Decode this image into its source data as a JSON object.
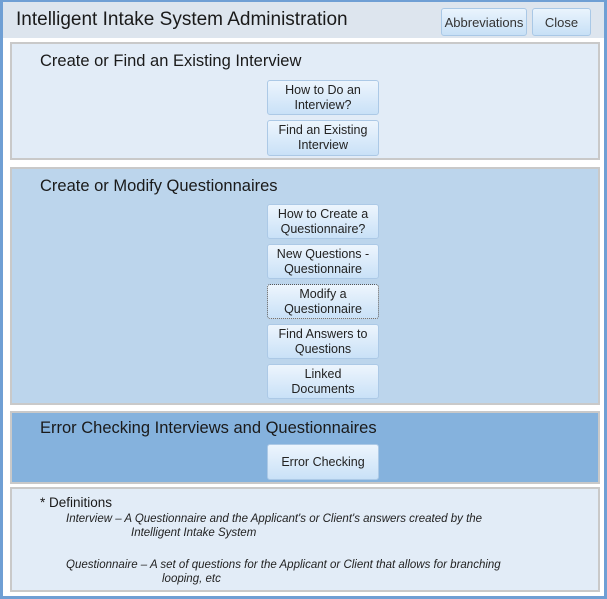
{
  "window": {
    "title": "Intelligent Intake System Administration",
    "buttons": {
      "abbreviations": "Abbreviations",
      "close": "Close"
    }
  },
  "sections": [
    {
      "title": "Create or Find an Existing Interview",
      "buttons": [
        {
          "label": "How to Do an Interview?"
        },
        {
          "label": "Find an Existing Interview"
        }
      ]
    },
    {
      "title": "Create or Modify Questionnaires",
      "buttons": [
        {
          "label": "How to Create a Questionnaire?"
        },
        {
          "label": "New Questions - Questionnaire"
        },
        {
          "label": "Modify a Questionnaire",
          "focused": true
        },
        {
          "label": "Find Answers to Questions"
        },
        {
          "label": "Linked Documents"
        }
      ]
    },
    {
      "title": "Error Checking Interviews and Questionnaires",
      "buttons": [
        {
          "label": "Error Checking"
        }
      ]
    }
  ],
  "definitions": {
    "heading": "* Definitions",
    "items": [
      {
        "line1": "Interview – A Questionnaire and the Applicant's or Client's answers created by the",
        "line2": "Intelligent Intake System"
      },
      {
        "line1": "Questionnaire – A set of questions for the Applicant or Client that allows for branching",
        "line2": "looping, etc"
      }
    ]
  },
  "colors": {
    "frame_border": "#6f9fd4",
    "header_bg": "#dde5ee",
    "section1_bg": "#e2ecf7",
    "section2_bg": "#bcd5ec",
    "section3_bg": "#85b2dd",
    "definitions_bg": "#e2ecf7"
  }
}
